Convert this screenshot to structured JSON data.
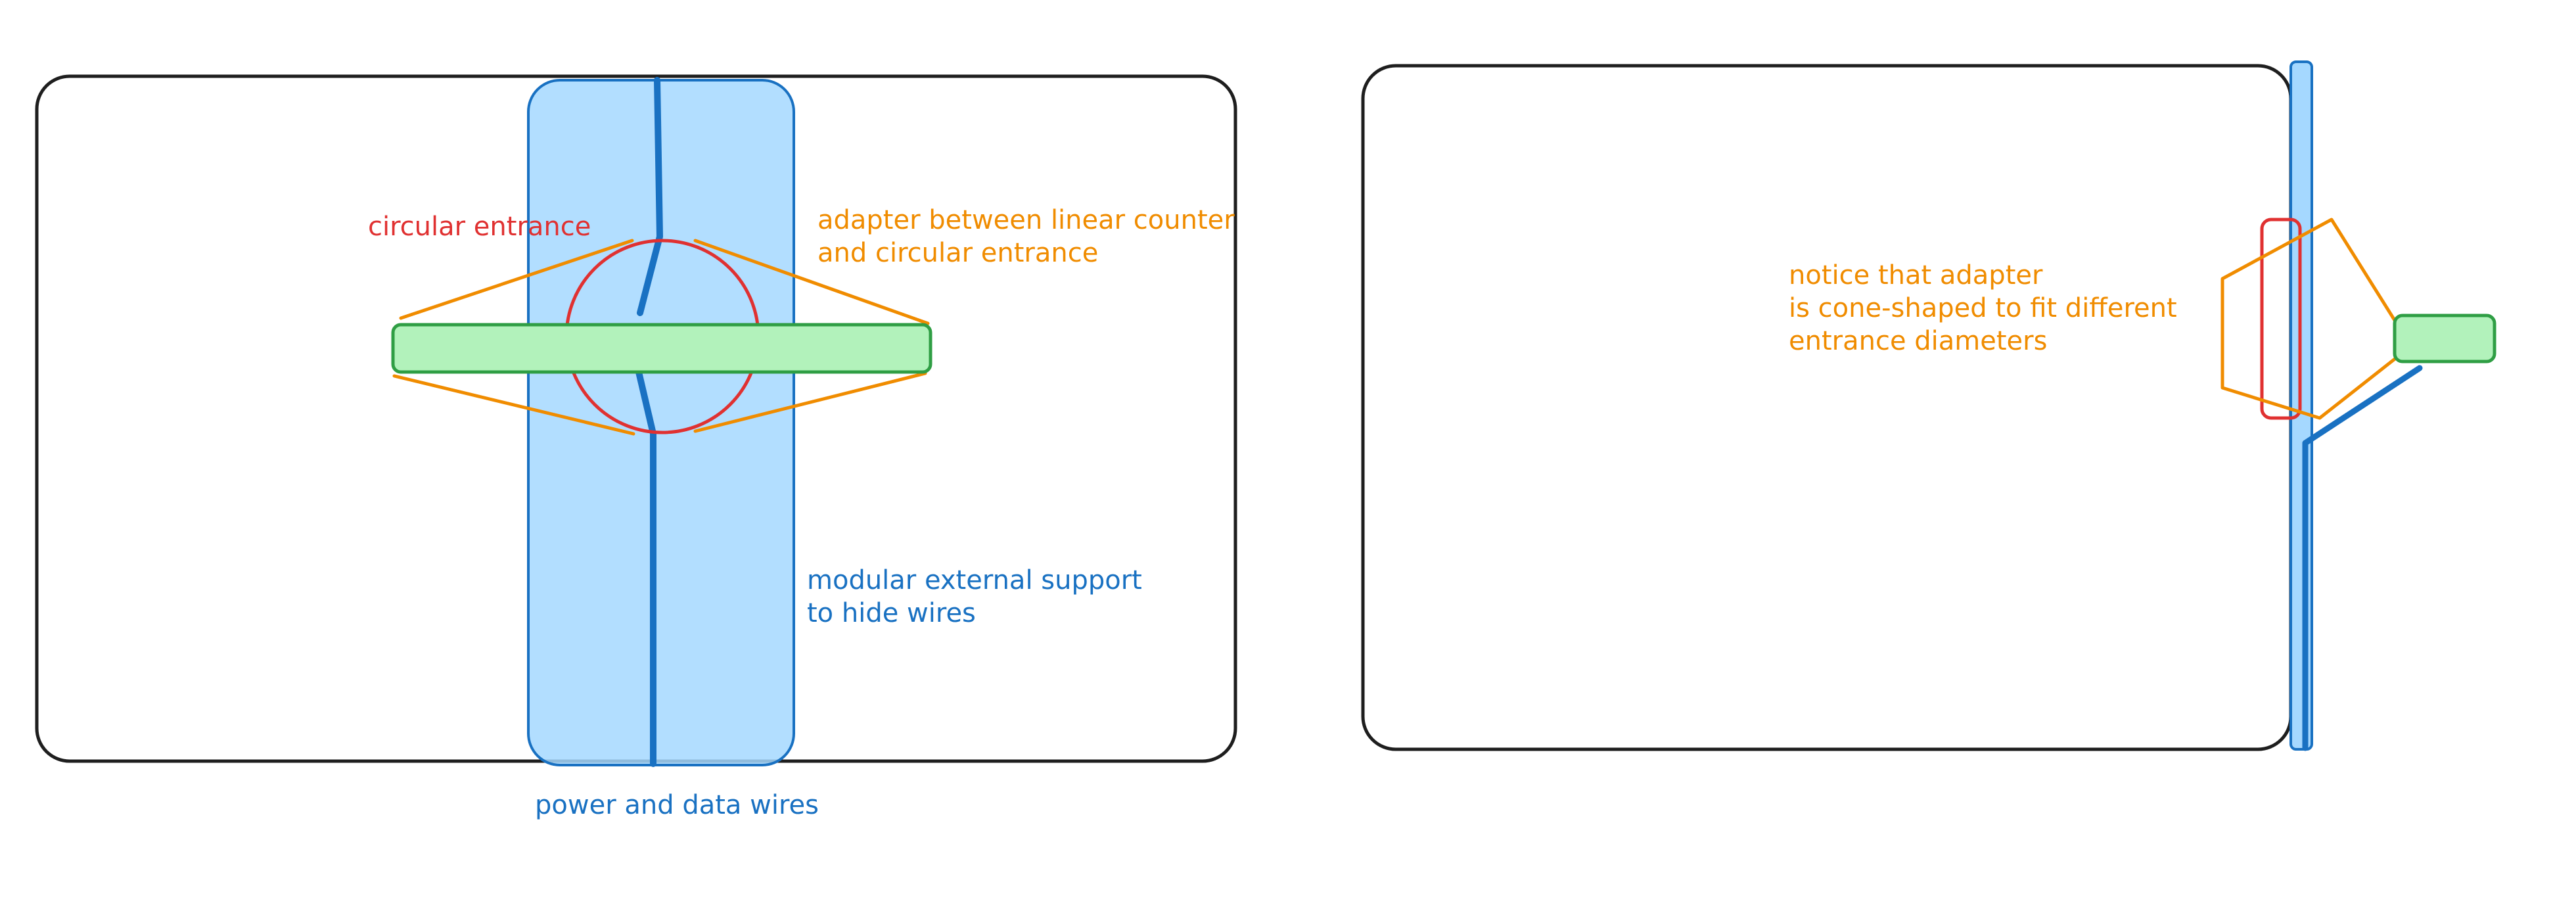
{
  "labels": {
    "circular_entrance": "circular entrance",
    "adapter_line1": "adapter between linear counter",
    "adapter_line2": "and circular entrance",
    "support_line1": "modular external support",
    "support_line2": "to hide wires",
    "wires": "power and data wires",
    "notice_line1": "notice that adapter",
    "notice_line2": "is cone-shaped to fit different",
    "notice_line3": "entrance diameters"
  },
  "colors": {
    "outline": "#1e1e1e",
    "red": "#e03131",
    "orange": "#f08c00",
    "blue_fill": "#a5d8ff",
    "blue_stroke": "#1971c2",
    "green_fill": "#b2f2bb",
    "green_stroke": "#2f9e44"
  }
}
